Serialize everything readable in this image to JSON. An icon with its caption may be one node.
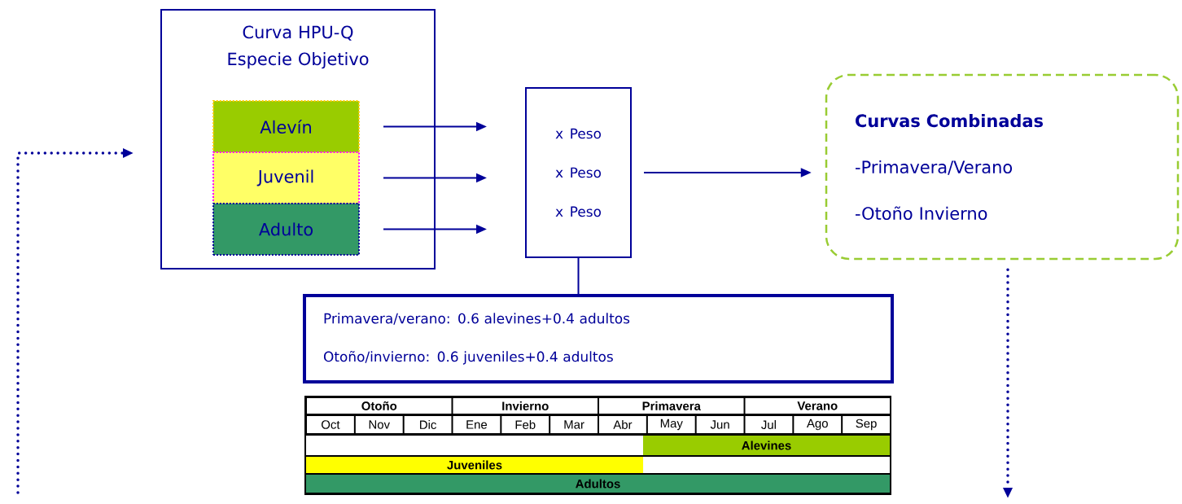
{
  "diagram": {
    "nodes": [
      {
        "text": [
          "Curva HPU-Q Especie Objetivo"
        ]
      },
      {
        "text": [
          "Alevín"
        ],
        "in": 0
      },
      {
        "text": [
          "Juvenil"
        ],
        "in": 0
      },
      {
        "text": [
          "Adulto"
        ],
        "in": 0
      },
      {
        "text": [
          "x Peso",
          "x Peso",
          "x Peso"
        ]
      },
      {
        "text": [
          "Curvas Combinadas",
          "-Primavera/Verano",
          "-Otoño Invierno"
        ]
      },
      {
        "text": [
          "Primavera/verano: 0.6 alevines+0.4 adultos",
          "Otoño/invierno: 0.6 juveniles+0.4 adultos"
        ]
      }
    ],
    "edges": [
      {
        "from": 1,
        "to": 4,
        "arrow": "to"
      },
      {
        "from": 2,
        "to": 4,
        "arrow": "to"
      },
      {
        "from": 3,
        "to": 4,
        "arrow": "to"
      },
      {
        "from": 4,
        "to": 5,
        "arrow": "to"
      },
      {
        "from": 4,
        "to": 6,
        "arrow": "none"
      },
      {
        "from": null,
        "to": 0,
        "arrow": "to",
        "style": "dashed"
      },
      {
        "from": 5,
        "to": null,
        "arrow": "to",
        "style": "dashed"
      }
    ],
    "labels": [
      "Otoño",
      "Invierno",
      "Primavera",
      "Verano",
      "Oct",
      "Nov",
      "Dic",
      "Ene",
      "Feb",
      "Mar",
      "Abr",
      "May",
      "Jun",
      "Jul",
      "Ago",
      "Sep",
      "Alevines",
      "Juveniles",
      "Adultos"
    ]
  }
}
